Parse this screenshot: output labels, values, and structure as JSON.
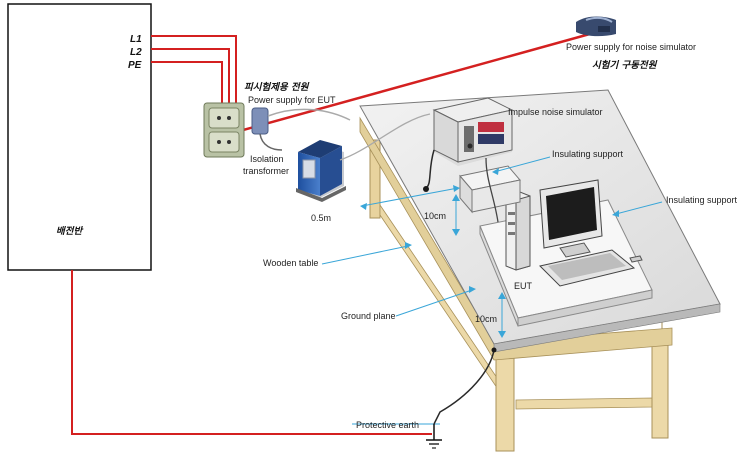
{
  "panel": {
    "label": "배전반",
    "terminals": [
      "L1",
      "L2",
      "PE"
    ]
  },
  "labels": {
    "eut_supply_ko": "피시험제용 전원",
    "eut_supply_en": "Power supply for EUT",
    "noise_supply_en": "Power supply for noise simulator",
    "noise_supply_ko": "시험기 구동전원",
    "isolation_transformer_line1": "Isolation",
    "isolation_transformer_line2": "transformer",
    "impulse_simulator": "Impulse noise simulator",
    "insulating_support_top": "Insulating support",
    "insulating_support_right": "Insulating support",
    "wooden_table": "Wooden table",
    "ground_plane": "Ground plane",
    "eut": "EUT",
    "protective_earth": "Protective earth"
  },
  "dimensions": {
    "distance_05m": "0.5m",
    "height_10cm_a": "10cm",
    "height_10cm_b": "10cm"
  },
  "colors": {
    "wire": "#d42020",
    "leader": "#3aa6d8",
    "table_top": "#e6e6e6",
    "table_wood": "#ecd9a8",
    "transformer": "#2f63b0"
  }
}
